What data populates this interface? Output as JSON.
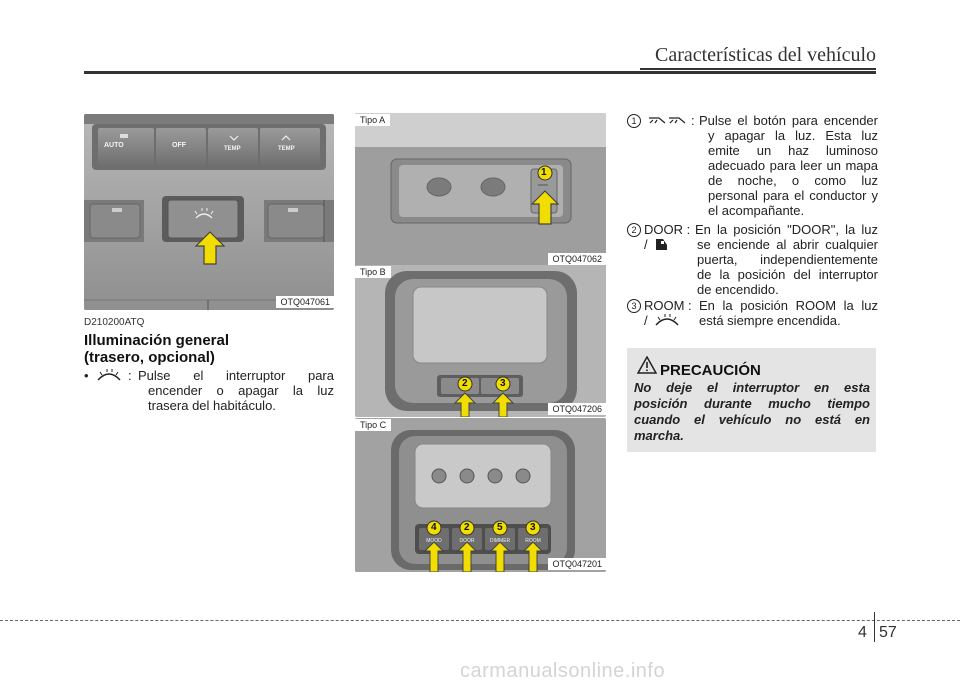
{
  "header": {
    "title": "Características del vehículo"
  },
  "left": {
    "photo_code": "OTQ047061",
    "panel_labels": {
      "auto": "AUTO",
      "off": "OFF",
      "temp1": "TEMP",
      "temp2": "TEMP"
    },
    "section_code": "D210200ATQ",
    "title_line1": "Illuminación general",
    "title_line2": "(trasero, opcional)",
    "item_lines": [
      "Pulse el interruptor para",
      "encender o apagar la luz",
      "trasera del habitáculo."
    ]
  },
  "middle": {
    "type_a": {
      "label": "Tipo A",
      "code": "OTQ047062",
      "callout": "1"
    },
    "type_b": {
      "label": "Tipo B",
      "code": "OTQ047206",
      "callouts": [
        "2",
        "3"
      ]
    },
    "type_c": {
      "label": "Tipo C",
      "code": "OTQ047201",
      "callouts": [
        "4",
        "2",
        "5",
        "3"
      ],
      "buttons": [
        "MOOD",
        "DOOR",
        "DIMMER",
        "ROOM"
      ]
    }
  },
  "right": {
    "item1": {
      "num": "1",
      "lines": [
        "Pulse el botón para encender",
        "y apagar la luz. Esta luz",
        "emite un haz luminoso",
        "adecuado para leer un mapa",
        "de noche, o como luz",
        "personal para el conductor y",
        "el acompañante."
      ]
    },
    "item2": {
      "num": "2",
      "key": "DOOR :",
      "lines": [
        "En la posición \"DOOR\", la luz",
        "se enciende al abrir cualquier",
        "puerta, independientemente",
        "de la posición del interruptor",
        "de encendido."
      ]
    },
    "item3": {
      "num": "3",
      "key": "ROOM :",
      "lines": [
        "En la posición ROOM la luz",
        "está siempre encendida."
      ]
    }
  },
  "caution": {
    "title": "PRECAUCIÓN",
    "lines": [
      "No deje el interruptor en esta",
      "posición durante mucho tiempo",
      "cuando el vehículo no está en",
      "marcha."
    ]
  },
  "footer": {
    "chapter": "4",
    "page": "57",
    "watermark": "carmanualsonline.info"
  }
}
